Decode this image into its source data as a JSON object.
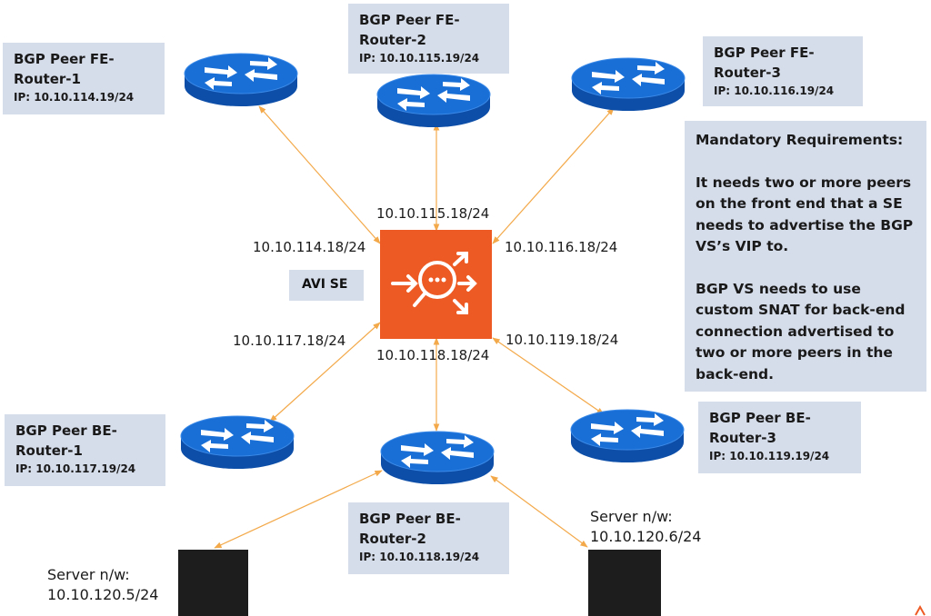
{
  "peers": [
    {
      "id": "fe1",
      "name": "BGP Peer FE-Router-1",
      "line1": "BGP Peer FE-",
      "line2": "Router-1",
      "ip": "IP: 10.10.114.19/24"
    },
    {
      "id": "fe2",
      "name": "BGP Peer FE-Router-2",
      "line1": "BGP Peer FE-",
      "line2": "Router-2",
      "ip": "IP: 10.10.115.19/24"
    },
    {
      "id": "fe3",
      "name": "BGP Peer FE-Router-3",
      "line1": "BGP Peer FE-",
      "line2": "Router-3",
      "ip": "IP: 10.10.116.19/24"
    },
    {
      "id": "be1",
      "name": "BGP Peer BE-Router-1",
      "line1": "BGP Peer BE-",
      "line2": "Router-1",
      "ip": "IP: 10.10.117.19/24"
    },
    {
      "id": "be2",
      "name": "BGP Peer BE-Router-2",
      "line1": "BGP Peer BE-",
      "line2": "Router-2",
      "ip": "IP: 10.10.118.19/24"
    },
    {
      "id": "be3",
      "name": "BGP Peer BE-Router-3",
      "line1": "BGP Peer BE-",
      "line2": "Router-3",
      "ip": "IP: 10.10.119.19/24"
    }
  ],
  "se_interfaces": {
    "to_fe1": "10.10.114.18/24",
    "to_fe2": "10.10.115.18/24",
    "to_fe3": "10.10.116.18/24",
    "to_be1": "10.10.117.18/24",
    "to_be2": "10.10.118.18/24",
    "to_be3": "10.10.119.18/24"
  },
  "avi_se": {
    "label": "AVI SE"
  },
  "requirements": {
    "title": "Mandatory Requirements:",
    "para1": "It needs two or more peers on the front end that a SE needs to advertise the BGP VS’s VIP to.",
    "para2": "BGP VS needs to use custom SNAT for back-end connection advertised to two or more peers in the back-end."
  },
  "servers": [
    {
      "id": "s1",
      "line1": "Server n/w:",
      "line2": "10.10.120.5/24"
    },
    {
      "id": "s2",
      "line1": "Server n/w:",
      "line2": "10.10.120.6/24"
    }
  ],
  "colors": {
    "router_top": "#1a6fd6",
    "router_side": "#0d4ea8",
    "link": "#f3a94a",
    "se_orange": "#ee5a24",
    "label_bg": "#d5dcea",
    "server": "#1d1d1d"
  },
  "icons": {
    "router": "router-icon",
    "se": "load-balancer-icon",
    "server": "server-icon"
  }
}
